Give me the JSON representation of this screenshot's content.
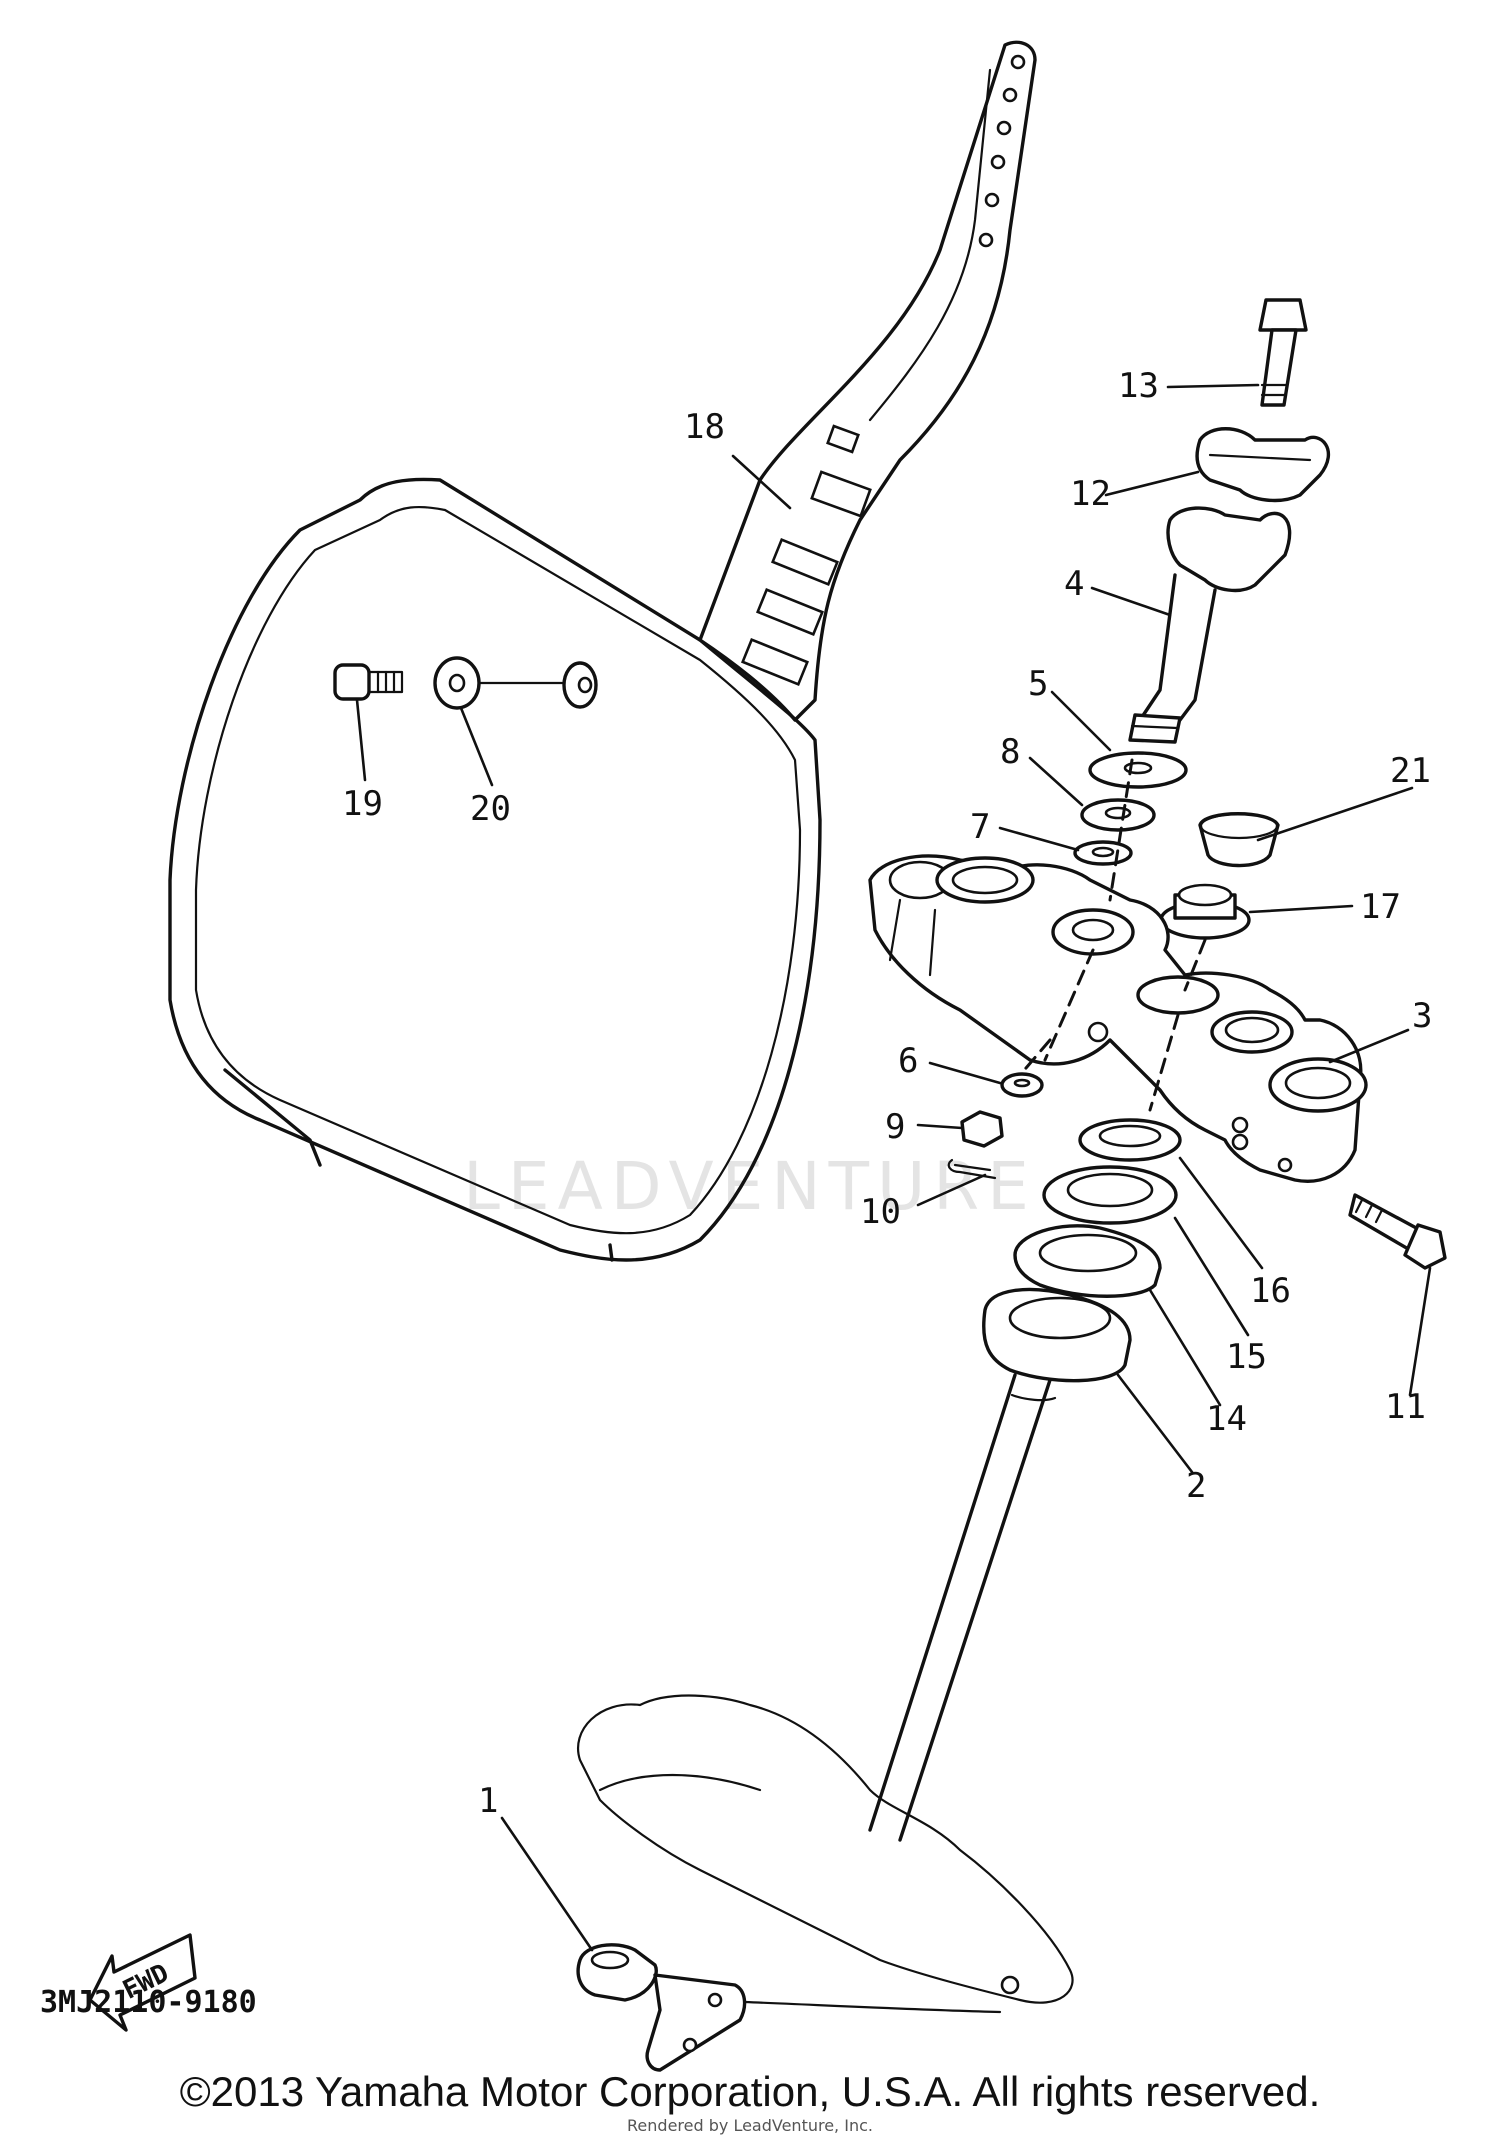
{
  "diagram": {
    "callouts": {
      "c1": "1",
      "c2": "2",
      "c3": "3",
      "c4": "4",
      "c5": "5",
      "c6": "6",
      "c7": "7",
      "c8": "8",
      "c9": "9",
      "c10": "10",
      "c11": "11",
      "c12": "12",
      "c13": "13",
      "c14": "14",
      "c15": "15",
      "c16": "16",
      "c17": "17",
      "c18": "18",
      "c19": "19",
      "c20": "20",
      "c21": "21"
    },
    "fwd_label": "FWD",
    "diagram_code": "3MJ2110-9180"
  },
  "footer": {
    "copyright": "©2013 Yamaha Motor Corporation, U.S.A. All rights reserved.",
    "rendered_by": "Rendered by LeadVenture, Inc."
  },
  "watermark": {
    "text": "LEADVENTURE"
  }
}
